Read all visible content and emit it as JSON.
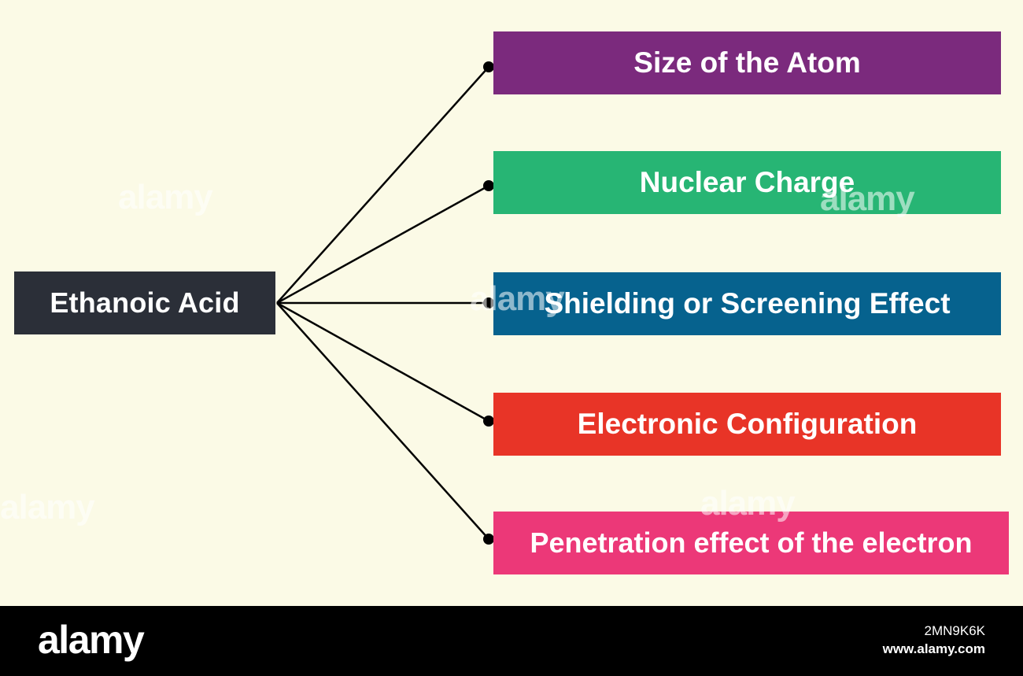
{
  "diagram": {
    "root": {
      "label": "Ethanoic Acid",
      "color": "#2b2f38"
    },
    "branches": [
      {
        "label": "Size of the Atom",
        "color": "#7b2a7d"
      },
      {
        "label": "Nuclear Charge",
        "color": "#27b574"
      },
      {
        "label": "Shielding or Screening Effect",
        "color": "#06628e"
      },
      {
        "label": "Electronic Configuration",
        "color": "#e83427"
      },
      {
        "label": "Penetration effect of the electron",
        "color": "#ec3878"
      }
    ],
    "connector_color": "#000000",
    "background": "#fbfae6"
  },
  "watermark": {
    "text": "alamy"
  },
  "footer": {
    "logo": "alamy",
    "image_id": "2MN9K6K",
    "url": "www.alamy.com"
  }
}
